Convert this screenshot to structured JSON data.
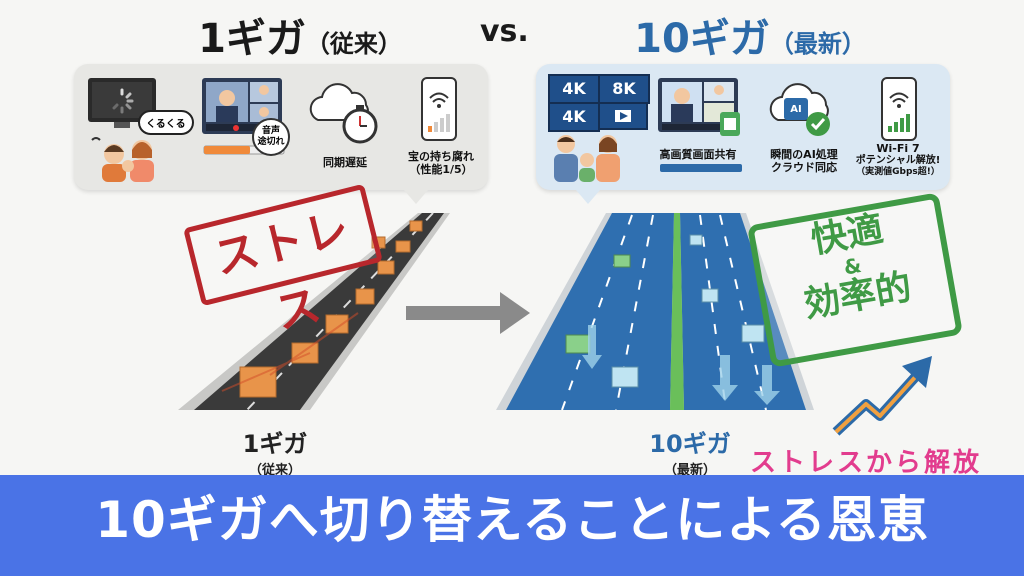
{
  "header": {
    "left_title": "1ギガ",
    "left_sub": "（従来）",
    "vs": "vs.",
    "right_title": "10ギガ",
    "right_sub": "（最新）"
  },
  "left_panel": {
    "bubble": "くるくる",
    "voice_cut": "音声\n途切れ",
    "sync_delay": "同期遅延",
    "wasted_line1": "宝の持ち腐れ",
    "wasted_line2": "（性能1/5）"
  },
  "right_panel": {
    "badge_4k_a": "4K",
    "badge_8k": "8K",
    "badge_4k_b": "4K",
    "hd_share": "高画質画面共有",
    "ai_badge": "AI",
    "ai_line1": "瞬間のAI処理",
    "ai_line2": "クラウド同応",
    "wifi_line1": "Wi-Fi 7",
    "wifi_line2": "ポテンシャル解放!",
    "wifi_line3": "（実測値Gbps超!）"
  },
  "stamps": {
    "stress": "ストレス",
    "comfort_line1": "快適",
    "comfort_line2": "&",
    "comfort_line3": "効率的"
  },
  "captions": {
    "left_main": "1ギガ",
    "left_sub": "（従来）",
    "right_main": "10ギガ",
    "right_sub": "（最新）"
  },
  "stress_free": "ストレスから解放",
  "banner": "10ギガへ切り替えることによる恩恵",
  "colors": {
    "banner_bg": "#4a73e6",
    "stress_red": "#b8272c",
    "comfort_green": "#3f9a45",
    "accent_blue": "#2c6aa8",
    "pink": "#e23c8e"
  }
}
